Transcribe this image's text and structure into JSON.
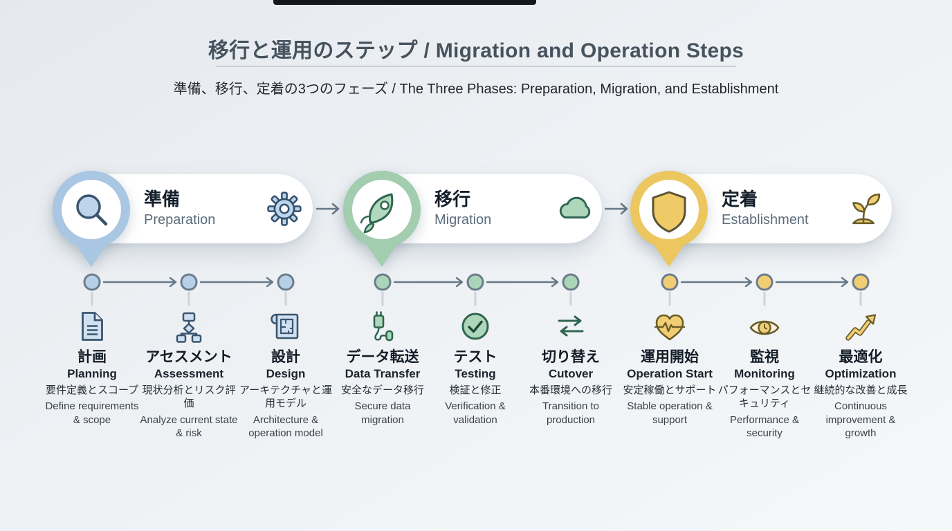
{
  "header": {
    "title": "移行と運用のステップ / Migration and Operation Steps",
    "subtitle": "準備、移行、定着の3つのフェーズ / The Three Phases: Preparation, Migration, and Establishment"
  },
  "phases": [
    {
      "name_ja": "準備",
      "name_en": "Preparation",
      "badge_icon": "magnifier-icon",
      "side_icon": "gear-icon",
      "accent": "#a9c6e2"
    },
    {
      "name_ja": "移行",
      "name_en": "Migration",
      "badge_icon": "rocket-icon",
      "side_icon": "cloud-icon",
      "accent": "#a2cdaf"
    },
    {
      "name_ja": "定着",
      "name_en": "Establishment",
      "badge_icon": "shield-icon",
      "side_icon": "seedling-icon",
      "accent": "#ecc75f"
    }
  ],
  "steps": [
    {
      "phase": "準備",
      "icon": "document-icon",
      "title_ja": "計画",
      "title_en": "Planning",
      "desc_ja": "要件定義とスコープ",
      "desc_en": "Define requirements & scope"
    },
    {
      "phase": "準備",
      "icon": "flowchart-icon",
      "title_ja": "アセスメント",
      "title_en": "Assessment",
      "desc_ja": "現状分析とリスク評価",
      "desc_en": "Analyze current state & risk"
    },
    {
      "phase": "準備",
      "icon": "blueprint-icon",
      "title_ja": "設計",
      "title_en": "Design",
      "desc_ja": "アーキテクチャと運用モデル",
      "desc_en": "Architecture & operation model"
    },
    {
      "phase": "移行",
      "icon": "usb-cable-icon",
      "title_ja": "データ転送",
      "title_en": "Data Transfer",
      "desc_ja": "安全なデータ移行",
      "desc_en": "Secure data migration"
    },
    {
      "phase": "移行",
      "icon": "check-circle-icon",
      "title_ja": "テスト",
      "title_en": "Testing",
      "desc_ja": "検証と修正",
      "desc_en": "Verification & validation"
    },
    {
      "phase": "移行",
      "icon": "swap-arrows-icon",
      "title_ja": "切り替え",
      "title_en": "Cutover",
      "desc_ja": "本番環境への移行",
      "desc_en": "Transition to production"
    },
    {
      "phase": "定着",
      "icon": "heart-pulse-icon",
      "title_ja": "運用開始",
      "title_en": "Operation Start",
      "desc_ja": "安定稼働とサポート",
      "desc_en": "Stable operation & support"
    },
    {
      "phase": "定着",
      "icon": "eye-monitor-icon",
      "title_ja": "監視",
      "title_en": "Monitoring",
      "desc_ja": "パフォーマンスとセキュリティ",
      "desc_en": "Performance & security"
    },
    {
      "phase": "定着",
      "icon": "trend-up-icon",
      "title_ja": "最適化",
      "title_en": "Optimization",
      "desc_ja": "継続的な改善と成長",
      "desc_en": "Continuous improvement & growth"
    }
  ],
  "colors": {
    "background": "#eef1f4",
    "pill": "#ffffff",
    "title_text": "#46535e",
    "subtitle_text": "#22272d",
    "phase_blue": "#a9c6e2",
    "phase_green": "#a2cdaf",
    "phase_yellow": "#ecc75f",
    "icon_blue_stroke": "#3a556e",
    "icon_green_stroke": "#2f6650",
    "icon_yellow_stroke": "#6a5c28",
    "timeline_arrow": "#66788a",
    "timeline_tick": "#ccd3d9"
  }
}
